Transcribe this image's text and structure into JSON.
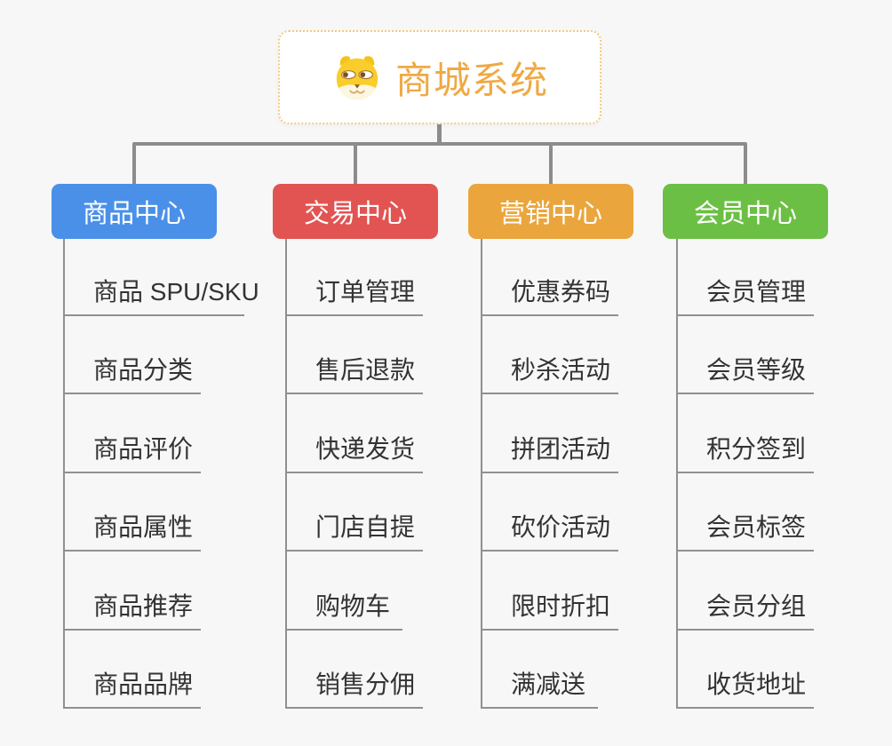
{
  "page": {
    "background": "#f7f7f7"
  },
  "root": {
    "title": "商城系统",
    "icon": "dog-face-icon",
    "title_color": "#efa944",
    "border_color": "#f3c97e"
  },
  "connector_color": "#8c8c8c",
  "branches": [
    {
      "label": "商品中心",
      "color": "#4a90e8",
      "items": [
        "商品 SPU/SKU",
        "商品分类",
        "商品评价",
        "商品属性",
        "商品推荐",
        "商品品牌"
      ]
    },
    {
      "label": "交易中心",
      "color": "#e15452",
      "items": [
        "订单管理",
        "售后退款",
        "快递发货",
        "门店自提",
        "购物车",
        "销售分佣"
      ]
    },
    {
      "label": "营销中心",
      "color": "#eaa63c",
      "items": [
        "优惠券码",
        "秒杀活动",
        "拼团活动",
        "砍价活动",
        "限时折扣",
        "满减送"
      ]
    },
    {
      "label": "会员中心",
      "color": "#6cbf45",
      "items": [
        "会员管理",
        "会员等级",
        "积分签到",
        "会员标签",
        "会员分组",
        "收货地址"
      ]
    }
  ]
}
